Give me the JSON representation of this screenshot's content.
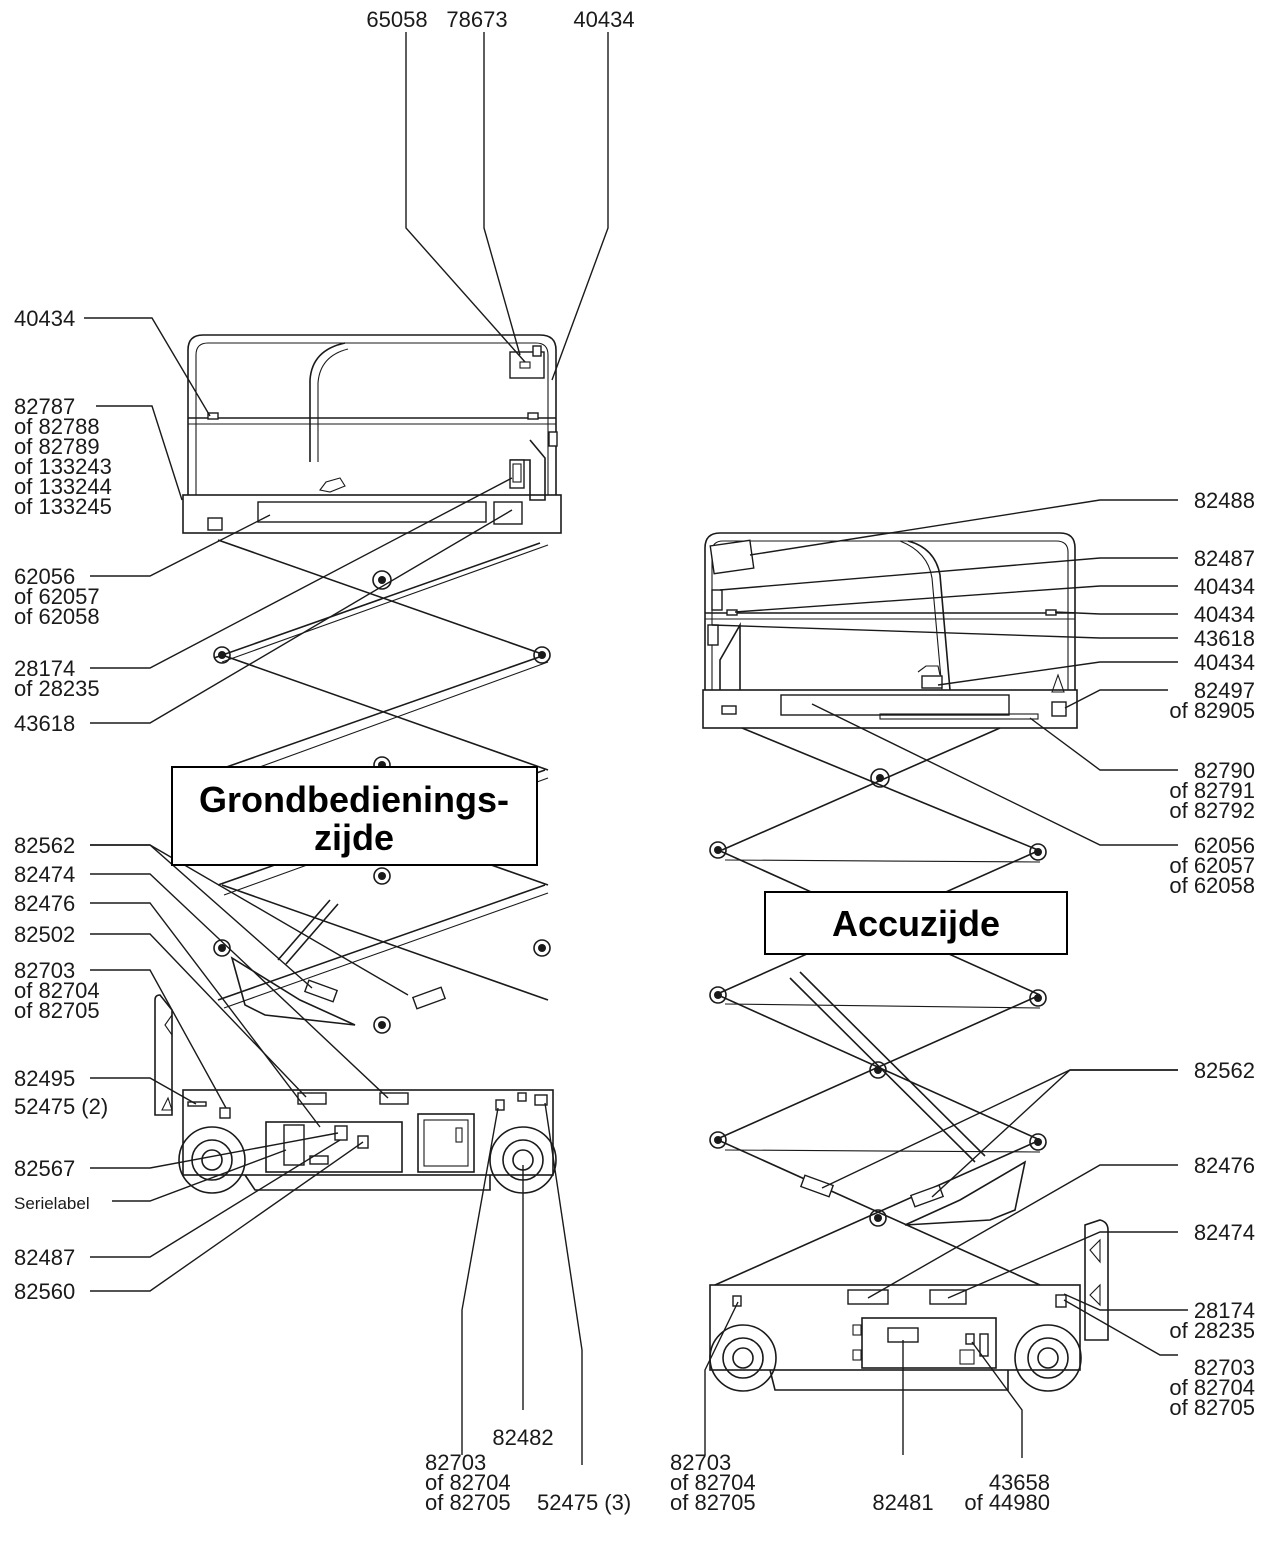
{
  "titles": {
    "ground_side_line1": "Grondbedienings-",
    "ground_side_line2": "zijde",
    "battery_side": "Accuzijde"
  },
  "left_view": {
    "top_labels": [
      "65058",
      "78673",
      "40434"
    ],
    "side_labels": [
      [
        "40434"
      ],
      [
        "82787",
        "of 82788",
        "of 82789",
        "of 133243",
        "of 133244",
        "of 133245"
      ],
      [
        "62056",
        "of 62057",
        "of 62058"
      ],
      [
        "28174",
        "of 28235"
      ],
      [
        "43618"
      ],
      [
        "82562"
      ],
      [
        "82474"
      ],
      [
        "82476"
      ],
      [
        "82502"
      ],
      [
        "82703",
        "of 82704",
        "of 82705"
      ],
      [
        "82495"
      ],
      [
        "52475 (2)"
      ],
      [
        "82567"
      ],
      [
        "Serielabel"
      ],
      [
        "82487"
      ],
      [
        "82560"
      ]
    ],
    "bottom_labels": [
      [
        "82482"
      ],
      [
        "82703",
        "of 82704",
        "of 82705"
      ],
      [
        "52475 (3)"
      ]
    ]
  },
  "right_view": {
    "side_labels": [
      [
        "82488"
      ],
      [
        "82487"
      ],
      [
        "40434"
      ],
      [
        "40434"
      ],
      [
        "43618"
      ],
      [
        "40434"
      ],
      [
        "82497",
        "of 82905"
      ],
      [
        "82790",
        "of 82791",
        "of 82792"
      ],
      [
        "62056",
        "of 62057",
        "of 62058"
      ],
      [
        "82562"
      ],
      [
        "82476"
      ],
      [
        "82474"
      ],
      [
        "28174",
        "of 28235"
      ],
      [
        "82703",
        "of 82704",
        "of 82705"
      ]
    ],
    "bottom_labels": [
      [
        "82703",
        "of 82704",
        "of 82705"
      ],
      [
        "82481"
      ],
      [
        "43658",
        "of 44980"
      ]
    ]
  }
}
